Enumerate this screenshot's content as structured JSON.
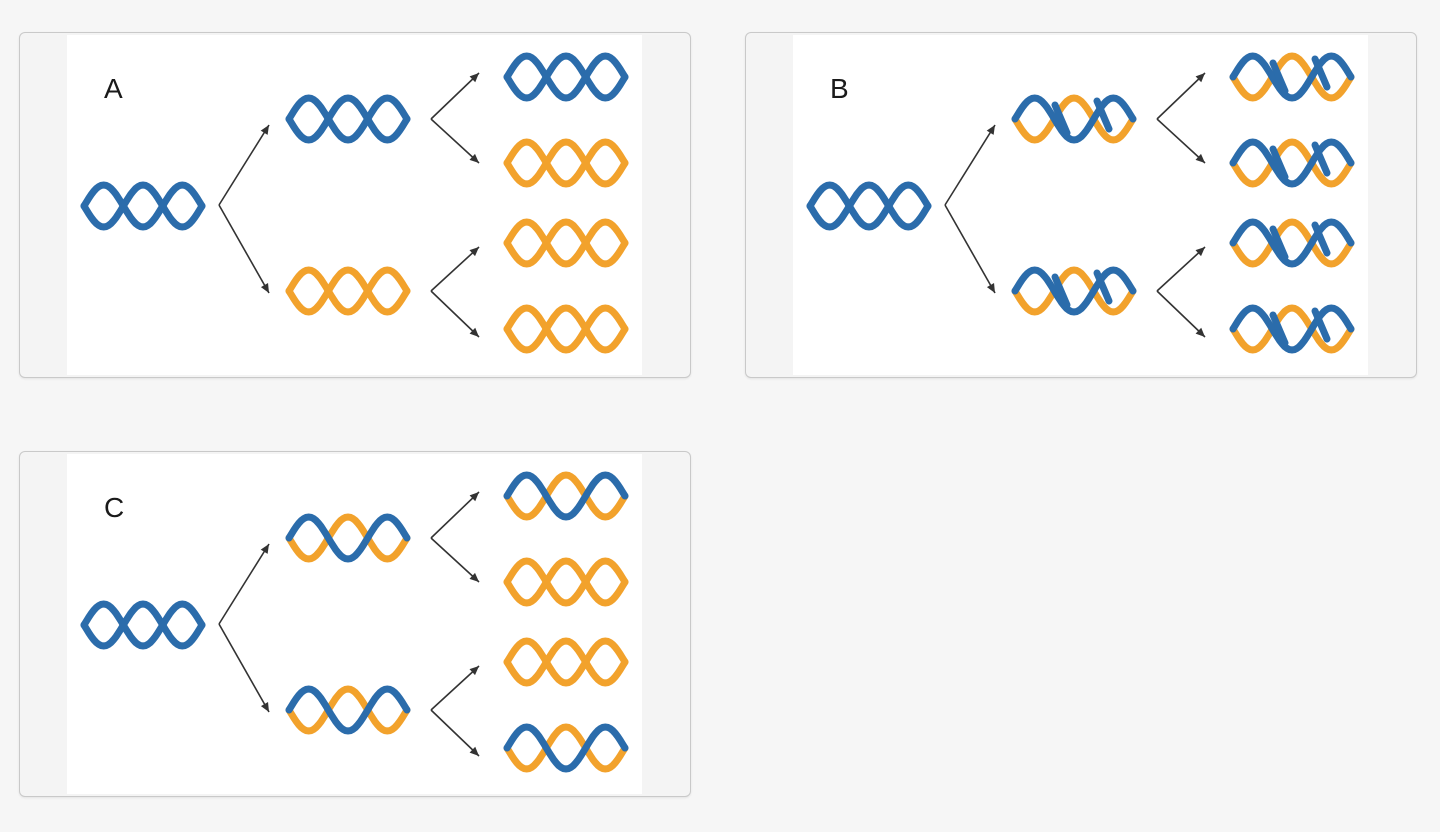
{
  "options": [
    {
      "label": "A",
      "parent": "blue",
      "generation1": [
        "blue",
        "orange"
      ],
      "generation2": [
        "blue",
        "orange",
        "orange",
        "orange"
      ]
    },
    {
      "label": "B",
      "parent": "blue",
      "generation1": [
        "mixed",
        "mixed"
      ],
      "generation2": [
        "mixed",
        "mixed",
        "mixed",
        "mixed"
      ]
    },
    {
      "label": "C",
      "parent": "blue",
      "generation1": [
        "half",
        "half"
      ],
      "generation2": [
        "half",
        "orange",
        "orange",
        "half"
      ]
    }
  ],
  "colors": {
    "blue": "#2b6cab",
    "orange": "#f2a22c",
    "arrow": "#333333"
  }
}
